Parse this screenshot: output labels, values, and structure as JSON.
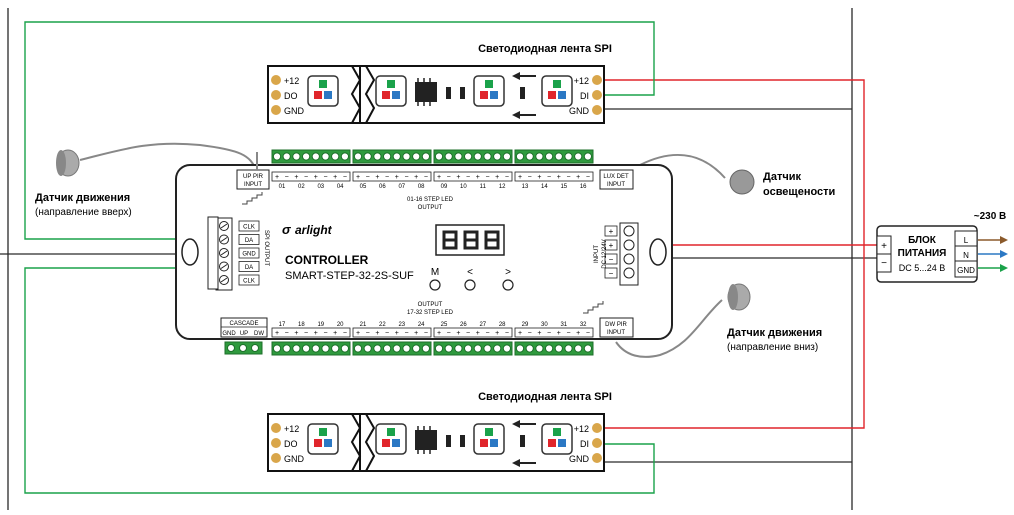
{
  "strip_top": {
    "title": "Светодиодная лента SPI",
    "left_pins": [
      "+12",
      "DO",
      "GND"
    ],
    "right_pins": [
      "+12",
      "DI",
      "GND"
    ]
  },
  "strip_bottom": {
    "title": "Светодиодная лента SPI",
    "left_pins": [
      "+12",
      "DO",
      "GND"
    ],
    "right_pins": [
      "+12",
      "DI",
      "GND"
    ]
  },
  "controller": {
    "brand": "arlight",
    "name": "CONTROLLER",
    "model": "SMART-STEP-32-2S-SUF",
    "buttons": [
      "M",
      "<",
      ">"
    ],
    "top_outputs": [
      "01",
      "02",
      "03",
      "04",
      "05",
      "06",
      "07",
      "08",
      "09",
      "10",
      "11",
      "12",
      "13",
      "14",
      "15",
      "16"
    ],
    "bottom_outputs": [
      "17",
      "18",
      "19",
      "20",
      "21",
      "22",
      "23",
      "24",
      "25",
      "26",
      "27",
      "28",
      "29",
      "30",
      "31",
      "32"
    ],
    "output_top_label": "01-16 STEP LED",
    "output_top_word": "OUTPUT",
    "output_bottom_word": "OUTPUT",
    "output_bottom_label": "17-32 STEP LED",
    "up_pir": [
      "UP PIR",
      "INPUT"
    ],
    "dw_pir": [
      "DW PIR",
      "INPUT"
    ],
    "lux_det": [
      "LUX DET",
      "INPUT"
    ],
    "spi_output_label": "SPI OUTPUT",
    "spi_pins": [
      "CLK",
      "DA",
      "GND",
      "DA",
      "CLK"
    ],
    "cascade_label": "CASCADE",
    "cascade_pins": [
      "GND",
      "UP",
      "DW"
    ],
    "power_input_label": "INPUT",
    "power_input_voltage": "DC 12/24V",
    "power_pins": [
      "+",
      "+",
      "−",
      "−"
    ]
  },
  "sensors": {
    "motion_up": {
      "title": "Датчик движения",
      "subtitle": "(направление вверх)"
    },
    "motion_down": {
      "title": "Датчик движения",
      "subtitle": "(направление вниз)"
    },
    "lux": {
      "title_1": "Датчик",
      "title_2": "освещености"
    }
  },
  "psu": {
    "title_1": "БЛОК",
    "title_2": "ПИТАНИЯ",
    "voltage": "DC 5...24 В",
    "plus": "+",
    "minus": "−",
    "pins": [
      "L",
      "N",
      "GND"
    ],
    "mains": "~230 В"
  },
  "colors": {
    "red": "#e0252b",
    "green": "#1aa24a",
    "blue": "#2b78c4",
    "brown": "#8b5a2b",
    "terminal": "#2f9a3e",
    "wire": "#2a2a2a"
  }
}
